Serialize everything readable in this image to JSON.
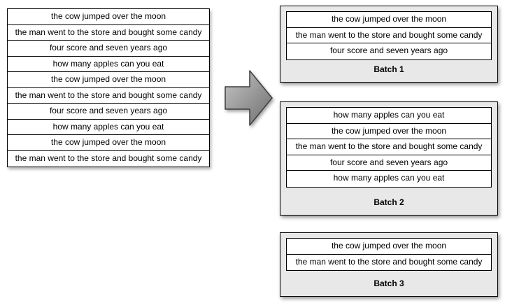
{
  "source_table": {
    "rows": [
      "the cow jumped over the moon",
      "the man went to the store and bought some candy",
      "four score and seven years ago",
      "how many apples can you eat",
      "the cow jumped over the moon",
      "the man went to the store and bought some candy",
      "four score and seven years ago",
      "how many apples can you eat",
      "the cow jumped over the moon",
      "the man went to the store and bought some candy"
    ]
  },
  "arrow": {
    "meaning": "batching transform, left list split into batches"
  },
  "batches": [
    {
      "label": "Batch 1",
      "rows": [
        "the cow jumped over the moon",
        "the man went to the store and bought some candy",
        "four score and seven years ago"
      ]
    },
    {
      "label": "Batch 2",
      "rows": [
        "how many apples can you eat",
        "the cow jumped over the moon",
        "the man went to the store and bought some candy",
        "four score and seven years ago",
        "how many apples can you eat"
      ]
    },
    {
      "label": "Batch 3",
      "rows": [
        "the cow jumped over the moon",
        "the man went to the store and bought some candy"
      ]
    }
  ],
  "colors": {
    "batch_background": "#e8e8e8",
    "row_background": "#ffffff",
    "border": "#000000",
    "arrow_fill_light": "#c6c6c6",
    "arrow_fill_dark": "#6e6e6e"
  }
}
